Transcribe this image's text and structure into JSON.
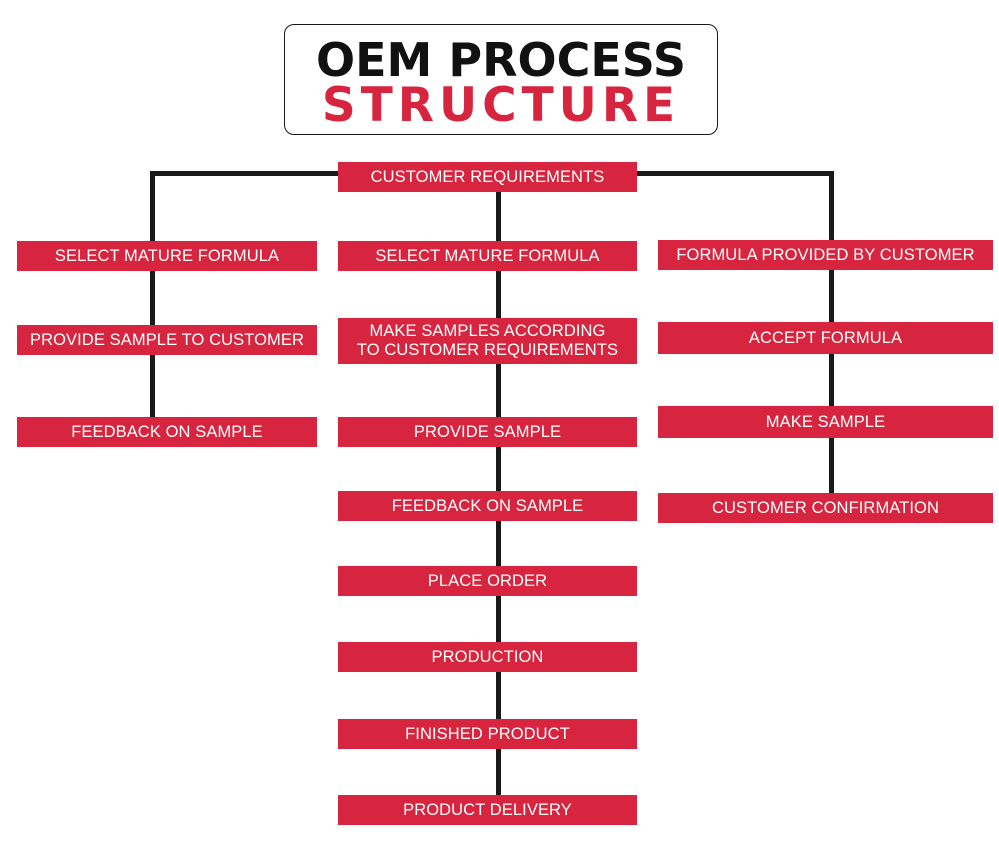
{
  "title": {
    "line1": "OEM PROCESS",
    "line2": "STRUCTURE"
  },
  "colors": {
    "accent": "#d8253f",
    "line": "#1a1a1a",
    "text_on_accent": "#ffffff"
  },
  "root": "CUSTOMER REQUIREMENTS",
  "left_column": [
    "SELECT MATURE FORMULA",
    "PROVIDE SAMPLE TO CUSTOMER",
    "FEEDBACK ON SAMPLE"
  ],
  "center_column": [
    "SELECT MATURE FORMULA",
    "MAKE SAMPLES ACCORDING\nTO CUSTOMER REQUIREMENTS",
    "PROVIDE SAMPLE",
    "FEEDBACK ON SAMPLE",
    "PLACE ORDER",
    "PRODUCTION",
    "FINISHED PRODUCT",
    "PRODUCT DELIVERY"
  ],
  "right_column": [
    "FORMULA PROVIDED BY CUSTOMER",
    "ACCEPT FORMULA",
    "MAKE SAMPLE",
    "CUSTOMER CONFIRMATION"
  ]
}
